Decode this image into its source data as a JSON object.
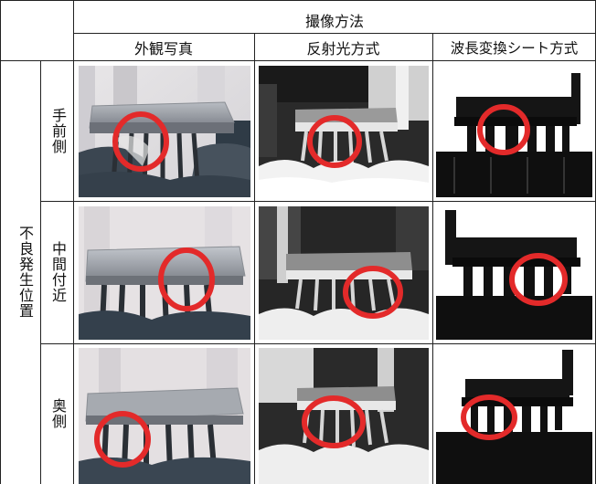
{
  "header": {
    "top": "撮像方法",
    "columns": [
      "外観写真",
      "反射光方式",
      "波長変換シート方式"
    ]
  },
  "rows_group_label": "不良発生位置",
  "rows": [
    "手前側",
    "中間付近",
    "奥側"
  ]
}
